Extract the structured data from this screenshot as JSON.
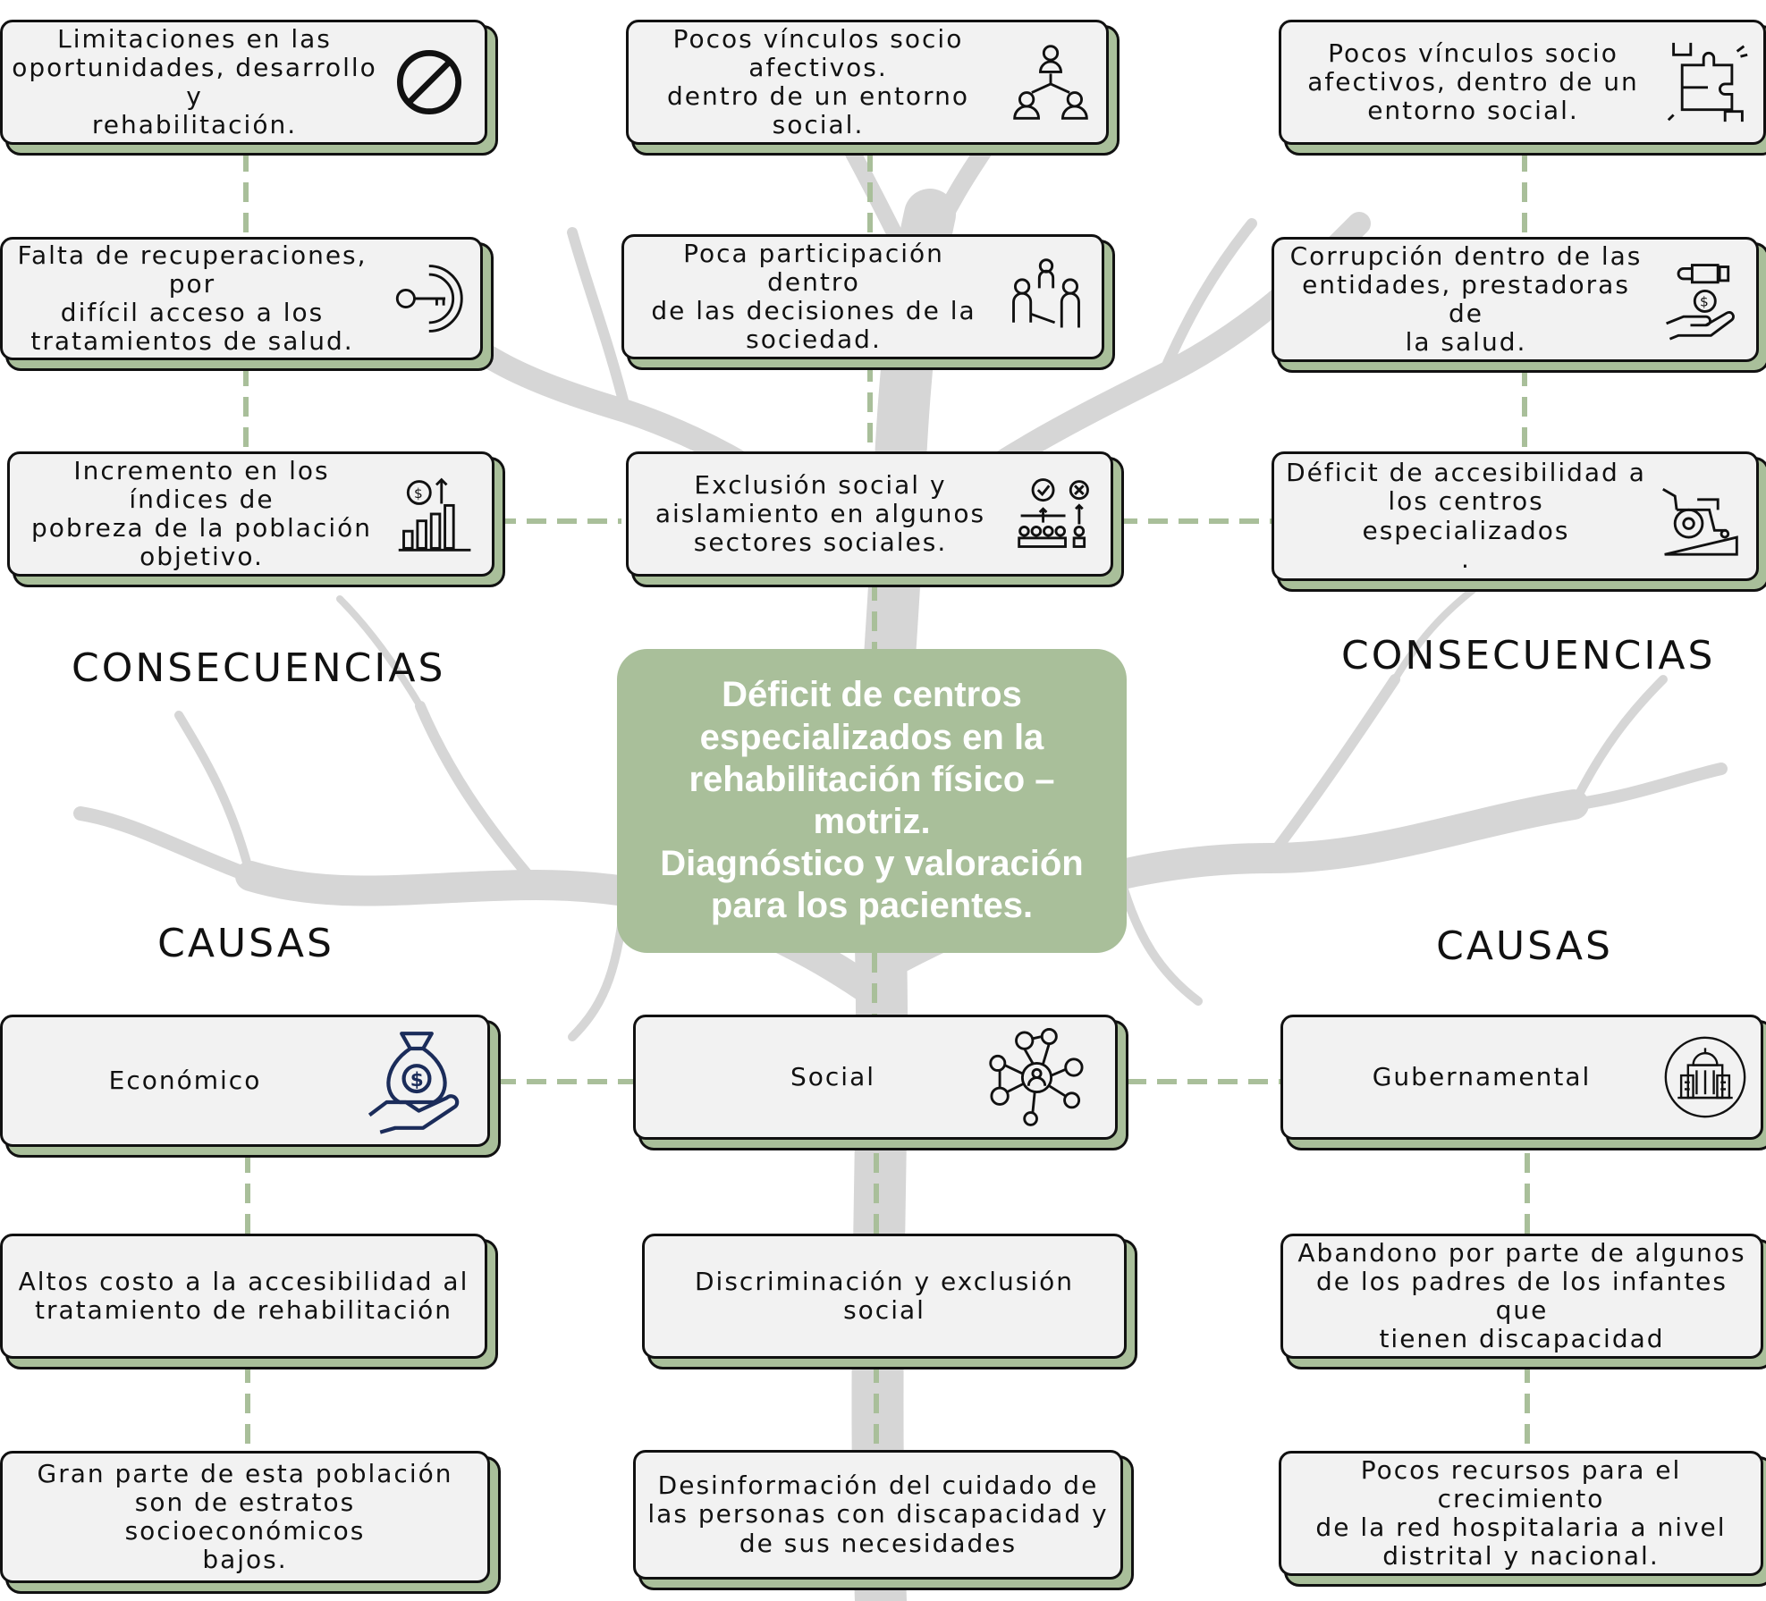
{
  "center": {
    "text": "Déficit de centros\nespecializados en la\nrehabilitación físico –\nmotriz.\nDiagnóstico y valoración\npara los pacientes."
  },
  "headings": {
    "consecuencias_left": "CONSECUENCIAS",
    "consecuencias_right": "CONSECUENCIAS",
    "causas_left": "CAUSAS",
    "causas_right": "CAUSAS"
  },
  "consequences": {
    "left": [
      {
        "text": "Limitaciones en las\noportunidades, desarrollo y\nrehabilitación.",
        "icon": "prohibited-icon"
      },
      {
        "text": "Falta de recuperaciones, por\ndifícil acceso a los\ntratamientos de salud.",
        "icon": "key-icon"
      },
      {
        "text": "Incremento en los índices de\npobreza de la población\nobjetivo.",
        "icon": "money-bar-chart-icon"
      }
    ],
    "middle": [
      {
        "text": "Pocos vínculos socio\nafectivos.\ndentro de un entorno social.",
        "icon": "people-network-icon"
      },
      {
        "text": "Poca participación dentro\nde las decisiones de la\nsociedad.",
        "icon": "people-discussion-icon"
      },
      {
        "text": "Exclusión social y\naislamiento en algunos\nsectores sociales.",
        "icon": "group-exclusion-icon"
      }
    ],
    "right": [
      {
        "text": "Pocos vínculos socio\nafectivos, dentro de un\nentorno social.",
        "icon": "puzzle-hands-icon"
      },
      {
        "text": "Corrupción dentro de las\nentidades, prestadoras de\nla salud.",
        "icon": "bribe-icon"
      },
      {
        "text": "Déficit de accesibilidad a\nlos centros especializados\n.",
        "icon": "wheelchair-ramp-icon"
      }
    ]
  },
  "causes": {
    "left": [
      {
        "text": "Económico",
        "icon": "money-bag-hand-icon"
      },
      {
        "text": "Altos costo a la accesibilidad al\ntratamiento de rehabilitación"
      },
      {
        "text": "Gran parte de esta población\nson de estratos socioeconómicos\nbajos."
      }
    ],
    "middle": [
      {
        "text": "Social",
        "icon": "social-network-icon"
      },
      {
        "text": "Discriminación y exclusión\nsocial"
      },
      {
        "text": "Desinformación del cuidado de\nlas personas con discapacidad y\nde sus necesidades"
      }
    ],
    "right": [
      {
        "text": "Gubernamental",
        "icon": "government-building-icon"
      },
      {
        "text": "Abandono por parte de algunos\nde los padres de los infantes que\ntienen discapacidad"
      },
      {
        "text": "Pocos recursos para el crecimiento\nde la red hospitalaria a nivel\ndistrital y nacional."
      }
    ]
  },
  "colors": {
    "accent_green": "#a9bf9a",
    "card_bg": "#f2f2f2",
    "tree_gray": "#d0d0d0",
    "connector": "#a9bf9a"
  }
}
